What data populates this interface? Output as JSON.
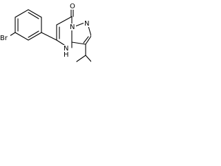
{
  "molecule": {
    "atoms": {
      "oxygen": "O",
      "ring_nitrogen": "N",
      "pyrazole_nitrogen": "N",
      "nh_nitrogen": "N",
      "nh_hydrogen": "H",
      "bromine": "Br"
    },
    "colors": {
      "bond": "#000000",
      "label": "#000000",
      "background": "#ffffff"
    }
  }
}
